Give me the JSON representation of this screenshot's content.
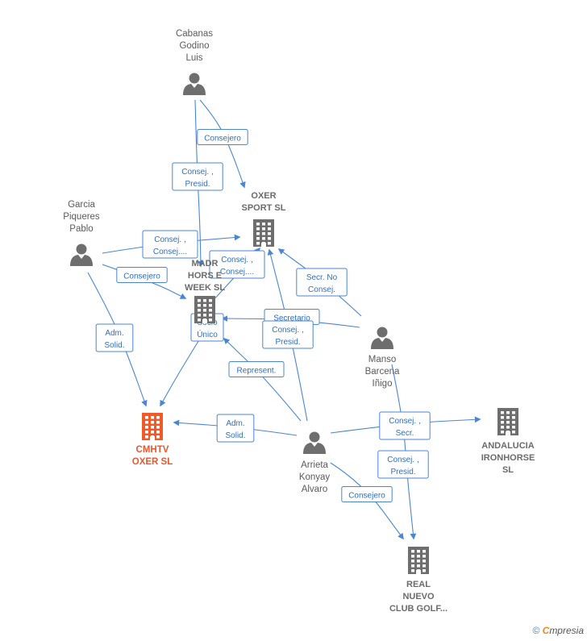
{
  "nodes": [
    {
      "id": "cabanas",
      "type": "person",
      "lines": [
        "Cabanas",
        "Godino",
        "Luis"
      ]
    },
    {
      "id": "garcia",
      "type": "person",
      "lines": [
        "Garcia",
        "Piqueres",
        "Pablo"
      ]
    },
    {
      "id": "oxer_sport",
      "type": "company",
      "lines": [
        "OXER",
        "SPORT SL"
      ]
    },
    {
      "id": "madrid_horse",
      "type": "company",
      "lines": [
        "MADR",
        "HORS E",
        "WEEK SL"
      ]
    },
    {
      "id": "manso",
      "type": "person",
      "lines": [
        "Manso",
        "Barcena",
        "Iñigo"
      ]
    },
    {
      "id": "cmhtv",
      "type": "focus",
      "lines": [
        "CMHTV",
        "OXER  SL"
      ]
    },
    {
      "id": "arrieta",
      "type": "person",
      "lines": [
        "Arrieta",
        "Konyay",
        "Alvaro"
      ]
    },
    {
      "id": "andalucia",
      "type": "company",
      "lines": [
        "ANDALUCIA",
        "IRONHORSE",
        "SL"
      ]
    },
    {
      "id": "real_nuevo",
      "type": "company",
      "lines": [
        "REAL",
        "NUEVO",
        "CLUB GOLF..."
      ]
    }
  ],
  "edges": [
    {
      "from": "cabanas",
      "to": "oxer_sport",
      "label": [
        "Consejero"
      ]
    },
    {
      "from": "cabanas",
      "to": "madrid_horse",
      "label": [
        "Consej. ,",
        "Presid."
      ]
    },
    {
      "from": "garcia",
      "to": "oxer_sport",
      "label": [
        "Consej. ,",
        "Consej...."
      ]
    },
    {
      "from": "garcia",
      "to": "madrid_horse",
      "label": [
        "Consejero"
      ]
    },
    {
      "from": "garcia",
      "to": "cmhtv",
      "label": [
        "Adm.",
        "Solid."
      ]
    },
    {
      "from": "madrid_horse",
      "to": "oxer_sport",
      "label": [
        "Consej. ,",
        "Consej...."
      ]
    },
    {
      "from": "madrid_horse",
      "to": "cmhtv",
      "label": [
        "Socio",
        "Único"
      ]
    },
    {
      "from": "manso",
      "to": "oxer_sport",
      "label": [
        "Secr.  No",
        "Consej."
      ]
    },
    {
      "from": "manso",
      "to": "madrid_horse",
      "label": [
        "Secretario"
      ]
    },
    {
      "from": "arrieta",
      "to": "oxer_sport",
      "label": [
        "Consej. ,",
        "Presid."
      ]
    },
    {
      "from": "arrieta",
      "to": "madrid_horse",
      "label": [
        "Represent."
      ]
    },
    {
      "from": "arrieta",
      "to": "cmhtv",
      "label": [
        "Adm.",
        "Solid."
      ]
    },
    {
      "from": "arrieta",
      "to": "andalucia",
      "label": [
        "Consej. ,",
        "Secr."
      ]
    },
    {
      "from": "arrieta",
      "to": "real_nuevo",
      "label": [
        "Consejero"
      ]
    },
    {
      "from": "manso",
      "to": "real_nuevo",
      "label": [
        "Consej. ,",
        "Presid."
      ]
    }
  ],
  "footer": {
    "copyright": "©",
    "brand_first": "C",
    "brand_rest": "mpresia"
  },
  "colors": {
    "edge": "#4a86d4",
    "company": "#6e6e6e",
    "focus": "#f05a28",
    "person": "#6e6e6e"
  }
}
